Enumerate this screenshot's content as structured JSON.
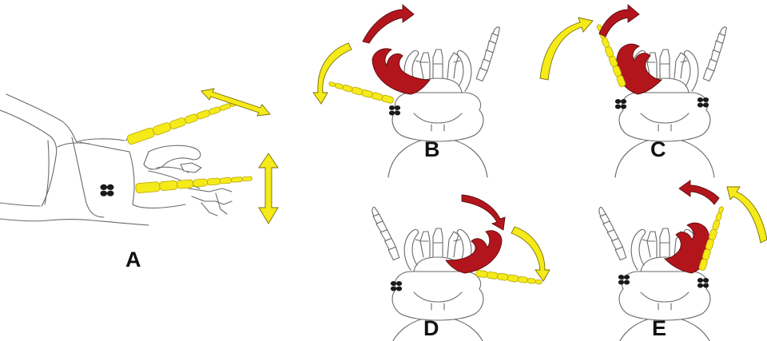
{
  "figure": {
    "colors": {
      "appendage_highlight": "#f5ea1a",
      "mandible_highlight": "#b3151c",
      "outline": "#6a6a6a",
      "spiracle": "#1a1a1a"
    },
    "panels": [
      {
        "id": "A",
        "label": "A"
      },
      {
        "id": "B",
        "label": "B"
      },
      {
        "id": "C",
        "label": "C"
      },
      {
        "id": "D",
        "label": "D"
      },
      {
        "id": "E",
        "label": "E"
      }
    ]
  }
}
